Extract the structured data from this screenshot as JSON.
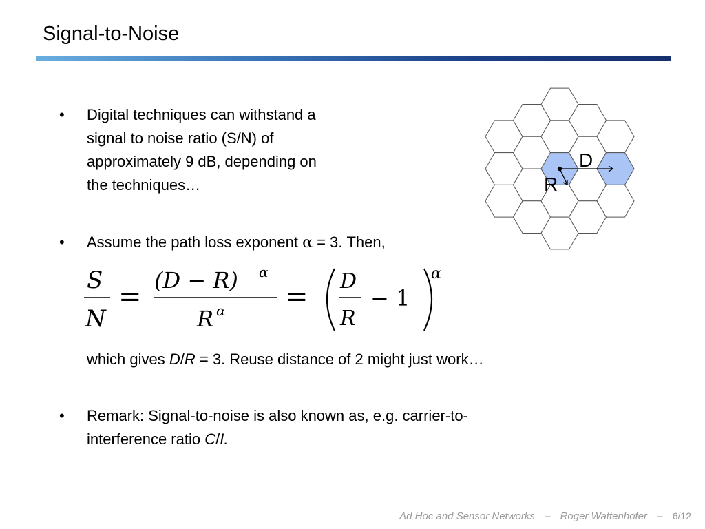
{
  "slide": {
    "title": "Signal-to-Noise"
  },
  "bullets": {
    "b1_lines": [
      "Digital techniques can withstand a",
      "signal to noise ratio (S/N) of",
      "approximately 9 dB, depending on",
      "the techniques…"
    ],
    "b2_prefix": "Assume the path loss exponent",
    "b2_alpha": "α",
    "b2_suffix": "= 3. Then,",
    "b3_prefix": "which gives",
    "b3_d": "D",
    "b3_slash": "/",
    "b3_r": "R",
    "b3_suffix": "= 3. Reuse distance of 2 might just work…",
    "b4_line1": "Remark: Signal-to-noise is also known as, e.g. carrier-to-",
    "b4_line2_prefix": "interference ratio",
    "b4_c": "C",
    "b4_slash": "/",
    "b4_i": "I."
  },
  "formula": {
    "S": "S",
    "N": "N",
    "eq": "=",
    "num": "(D − R)",
    "alpha": "α",
    "den": "R",
    "D": "D",
    "R": "R",
    "minus_one": "− 1"
  },
  "figure": {
    "label_D": "D",
    "label_R": "R",
    "fill_color": "#a9c4f5",
    "stroke_color": "#555555"
  },
  "footer": {
    "course": "Ad Hoc and Sensor Networks",
    "dash1": "–",
    "author": "Roger Wattenhofer",
    "dash2": "–",
    "page": "6/12"
  }
}
